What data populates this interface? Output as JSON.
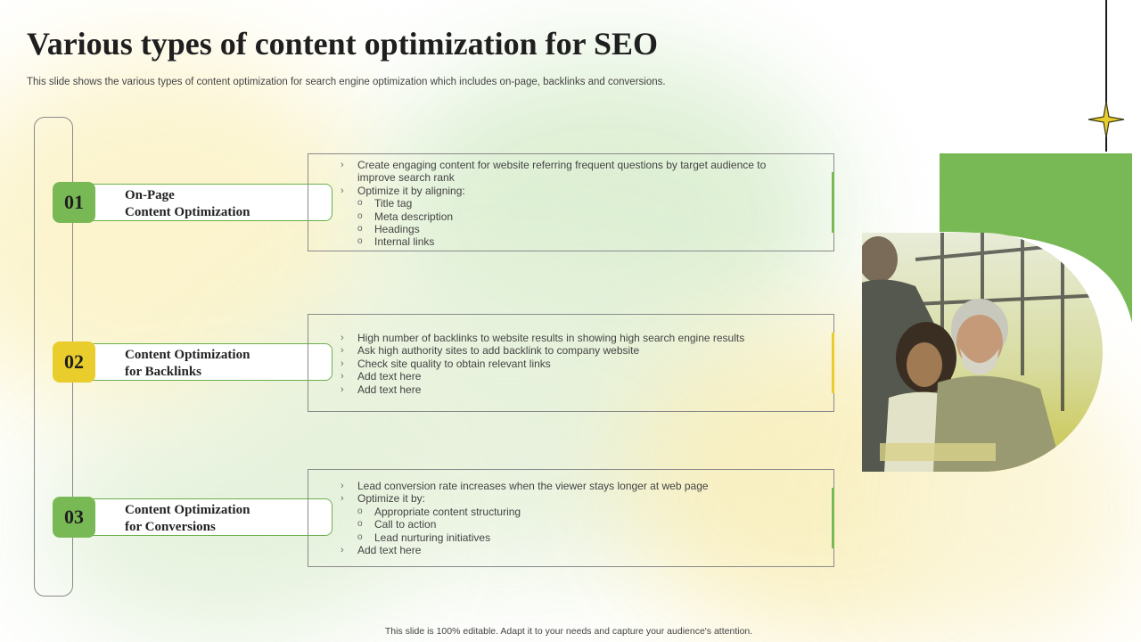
{
  "title": "Various types of content optimization for SEO",
  "subtitle": "This slide shows the various types of content optimization for search engine optimization which includes on-page, backlinks and conversions.",
  "steps": [
    {
      "number": "01",
      "label_line1": "On-Page",
      "label_line2": "Content Optimization",
      "color": "#6ab04c"
    },
    {
      "number": "02",
      "label_line1": "Content Optimization",
      "label_line2": "for Backlinks",
      "color": "#e8cd2c"
    },
    {
      "number": "03",
      "label_line1": "Content Optimization",
      "label_line2": "for Conversions",
      "color": "#6ab04c"
    }
  ],
  "cards": [
    {
      "accent": "#6ab04c",
      "items": [
        {
          "text": "Create engaging content for website referring frequent questions by target audience to",
          "level": 1
        },
        {
          "text": "improve search rank",
          "level": 0
        },
        {
          "text": "Optimize it by aligning:",
          "level": 1
        },
        {
          "text": "Title tag",
          "level": 2
        },
        {
          "text": "Meta description",
          "level": 2
        },
        {
          "text": "Headings",
          "level": 2
        },
        {
          "text": "Internal links",
          "level": 2
        }
      ]
    },
    {
      "accent": "#e8cd2c",
      "items": [
        {
          "text": "High number of backlinks to website results in showing high search engine results",
          "level": 1
        },
        {
          "text": "Ask high authority sites to add backlink to company website",
          "level": 1
        },
        {
          "text": "Check site quality to obtain relevant links",
          "level": 1
        },
        {
          "text": "Add text here",
          "level": 1
        },
        {
          "text": "Add text here",
          "level": 1
        }
      ]
    },
    {
      "accent": "#6ab04c",
      "items": [
        {
          "text": "Lead conversion rate increases  when the viewer stays longer at web page",
          "level": 1
        },
        {
          "text": "Optimize it by:",
          "level": 1
        },
        {
          "text": "Appropriate content structuring",
          "level": 2
        },
        {
          "text": "Call to action",
          "level": 2
        },
        {
          "text": "Lead nurturing initiatives",
          "level": 2
        },
        {
          "text": "Add text here",
          "level": 1
        }
      ]
    }
  ],
  "markers": {
    "bullet": "›",
    "sub_bullet": "o"
  },
  "footer": "This slide is 100% editable. Adapt it to your needs and capture your audience's attention.",
  "colors": {
    "green": "#79b955",
    "yellow": "#e8cd2c",
    "photo_tint": "#cfd46a"
  },
  "icons": {
    "star": "four-point-star-icon",
    "photo": "people-working-photo"
  }
}
